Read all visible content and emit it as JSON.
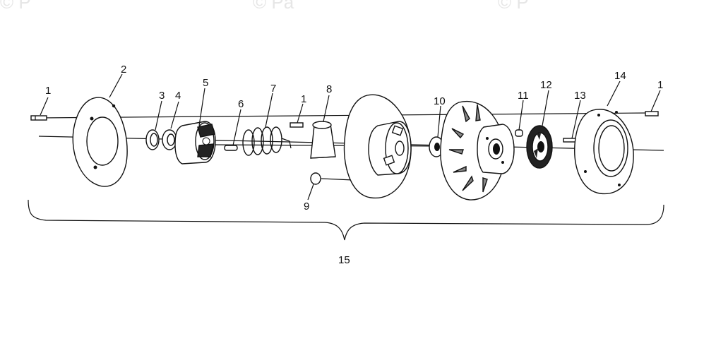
{
  "watermark": {
    "left": "© P",
    "center": "© Pa",
    "right": "© P"
  },
  "callouts": {
    "c1a": "1",
    "c2": "2",
    "c3": "3",
    "c4": "4",
    "c5": "5",
    "c6": "6",
    "c7": "7",
    "c1b": "1",
    "c8": "8",
    "c9": "9",
    "c10": "10",
    "c11": "11",
    "c12": "12",
    "c13": "13",
    "c14": "14",
    "c1c": "1",
    "c15": "15"
  }
}
